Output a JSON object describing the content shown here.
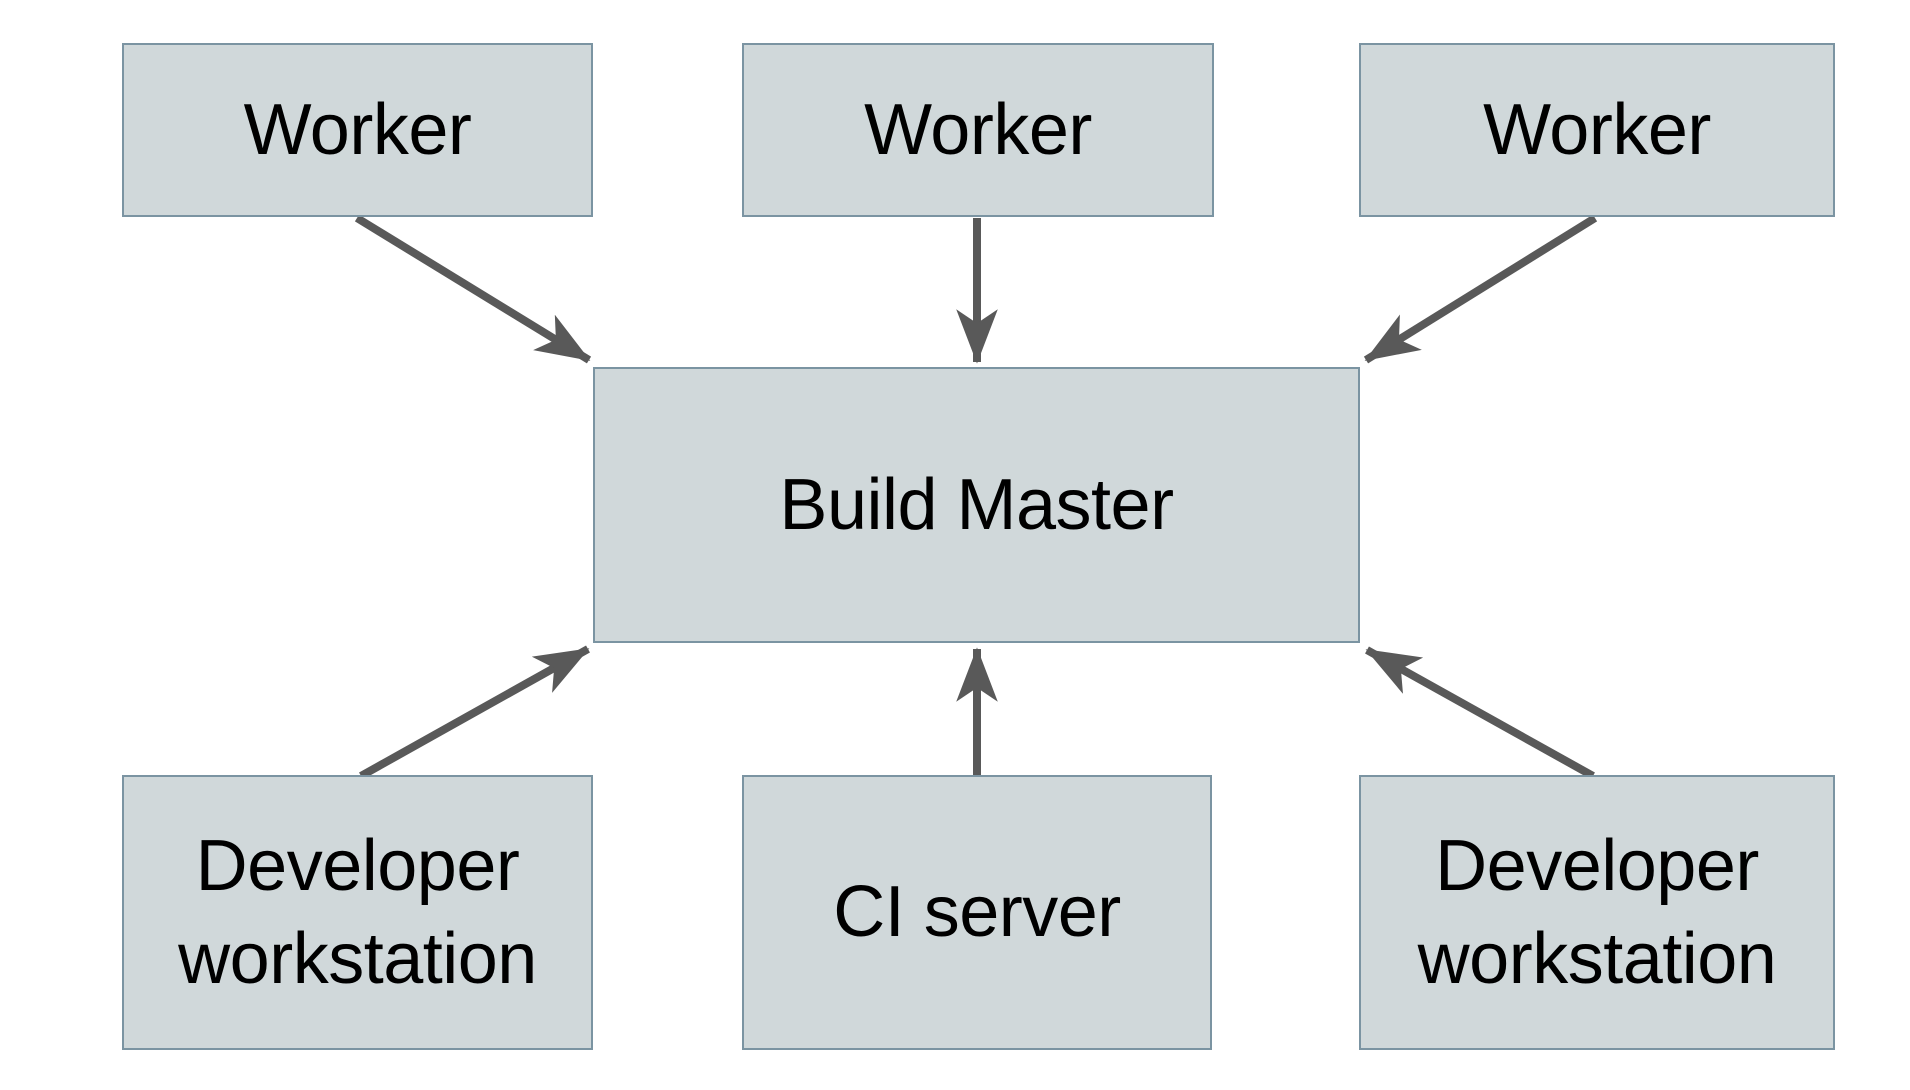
{
  "diagram": {
    "nodes": {
      "worker_left": {
        "label": "Worker"
      },
      "worker_middle": {
        "label": "Worker"
      },
      "worker_right": {
        "label": "Worker"
      },
      "build_master": {
        "label": "Build Master"
      },
      "dev_left": {
        "label": "Developer workstation"
      },
      "ci_server": {
        "label": "CI server"
      },
      "dev_right": {
        "label": "Developer workstation"
      }
    },
    "edges": [
      {
        "from": "worker_left",
        "to": "build_master"
      },
      {
        "from": "worker_middle",
        "to": "build_master"
      },
      {
        "from": "worker_right",
        "to": "build_master"
      },
      {
        "from": "dev_left",
        "to": "build_master"
      },
      {
        "from": "ci_server",
        "to": "build_master"
      },
      {
        "from": "dev_right",
        "to": "build_master"
      }
    ],
    "colors": {
      "background": "#ffffff",
      "node_fill": "#d0d8da",
      "node_border": "#7b94a2",
      "arrow": "#595959",
      "text": "#000000"
    }
  }
}
